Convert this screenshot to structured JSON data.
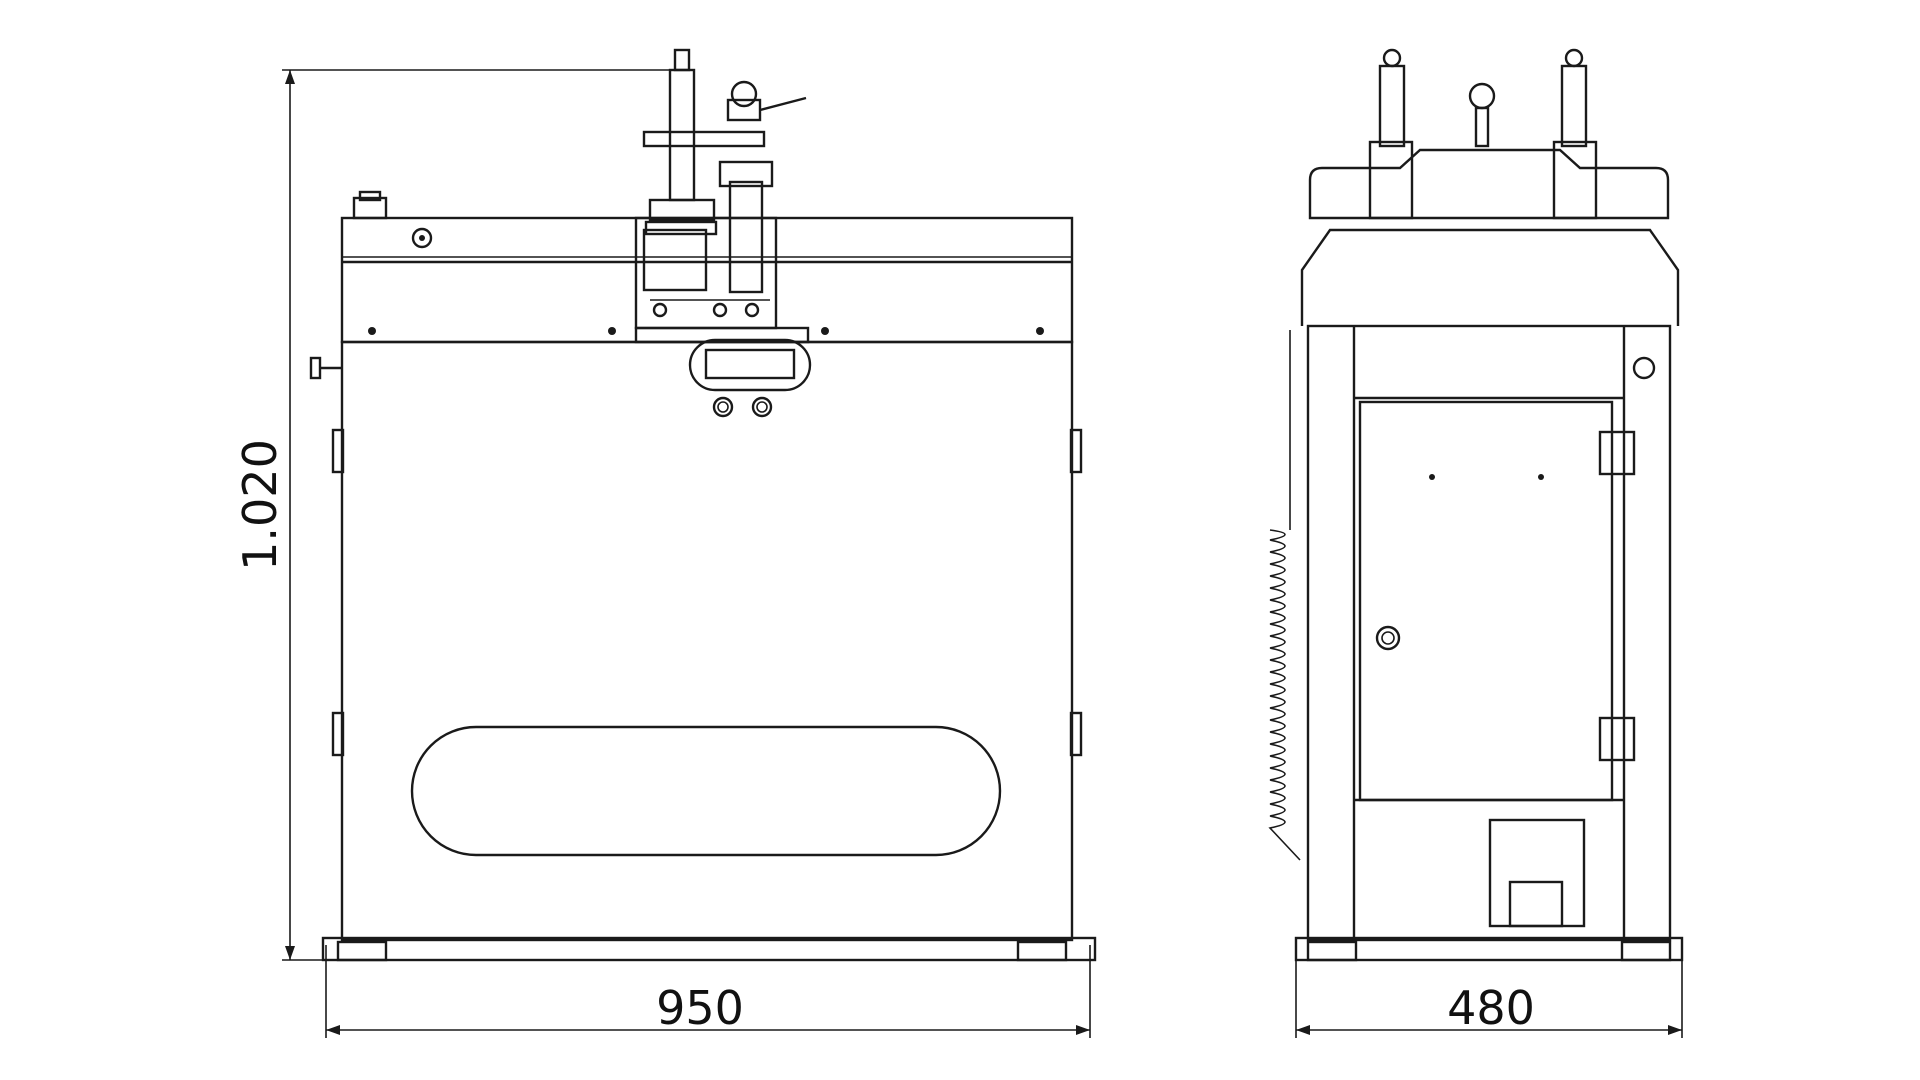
{
  "dimensions": {
    "height_label": "1.020",
    "front_width_label": "950",
    "side_width_label": "480"
  },
  "colors": {
    "line": "#1a1a1a",
    "background": "#ffffff"
  }
}
